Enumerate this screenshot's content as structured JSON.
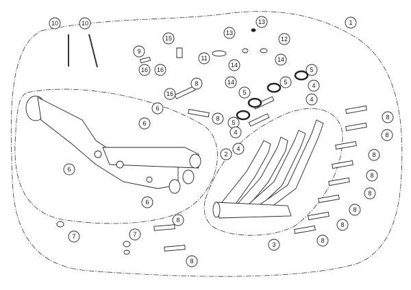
{
  "diagram": {
    "title": "Exhaust system exploded parts view",
    "callouts": [
      "1",
      "10",
      "10",
      "9",
      "15",
      "13",
      "13",
      "12",
      "11",
      "14",
      "14",
      "14",
      "16",
      "16",
      "16",
      "8",
      "8",
      "8",
      "8",
      "8",
      "8",
      "8",
      "8",
      "8",
      "8",
      "8",
      "8",
      "5",
      "5",
      "5",
      "5",
      "4",
      "4",
      "4",
      "4",
      "6",
      "6",
      "6",
      "6",
      "2",
      "3",
      "7",
      "7"
    ]
  }
}
